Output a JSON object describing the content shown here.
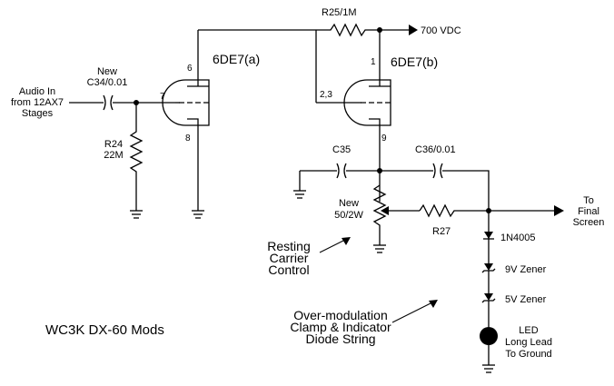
{
  "title": "WC3K DX-60 Mods",
  "supply": "700 VDC",
  "tube_a": {
    "name": "6DE7(a)",
    "pin_plate": "6",
    "pin_grid": "7",
    "pin_cathode": "8"
  },
  "tube_b": {
    "name": "6DE7(b)",
    "pin_plate": "1",
    "pin_grid": "2,3",
    "pin_cathode": "9"
  },
  "input": {
    "line1": "Audio In",
    "line2": "from 12AX7",
    "line3": "Stages"
  },
  "output": {
    "line1": "To",
    "line2": "Final",
    "line3": "Screen"
  },
  "components": {
    "c34_line1": "New",
    "c34_line2": "C34/0.01",
    "r24_line1": "R24",
    "r24_line2": "22M",
    "r25": "R25/1M",
    "c35": "C35",
    "c36": "C36/0.01",
    "pot_line1": "New",
    "pot_line2": "50/2W",
    "r27": "R27",
    "diode": "1N4005",
    "zener9": "9V Zener",
    "zener5": "5V Zener",
    "led_line1": "LED",
    "led_line2": "Long Lead",
    "led_line3": "To Ground"
  },
  "notes": {
    "resting_line1": "Resting",
    "resting_line2": "Carrier",
    "resting_line3": "Control",
    "over_line1": "Over-modulation",
    "over_line2": "Clamp & Indicator",
    "over_line3": "Diode String"
  }
}
